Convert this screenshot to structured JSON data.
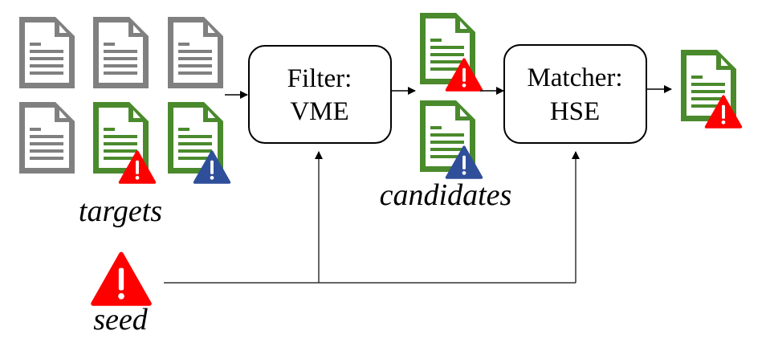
{
  "colors": {
    "gray_doc": "#808080",
    "green_doc": "#4A8A2C",
    "red_warning": "#FF0000",
    "blue_warning": "#2F4F9A",
    "line": "#000000"
  },
  "targets": {
    "label": "targets",
    "docs": [
      {
        "color": "gray",
        "warning": null
      },
      {
        "color": "gray",
        "warning": null
      },
      {
        "color": "gray",
        "warning": null
      },
      {
        "color": "gray",
        "warning": null
      },
      {
        "color": "green",
        "warning": "red"
      },
      {
        "color": "green",
        "warning": "blue"
      }
    ]
  },
  "filter": {
    "line1": "Filter:",
    "line2": "VME"
  },
  "candidates": {
    "label": "candidates",
    "docs": [
      {
        "color": "green",
        "warning": "red"
      },
      {
        "color": "green",
        "warning": "blue"
      }
    ]
  },
  "matcher": {
    "line1": "Matcher:",
    "line2": "HSE"
  },
  "output": {
    "docs": [
      {
        "color": "green",
        "warning": "red"
      }
    ]
  },
  "seed": {
    "label": "seed",
    "warning": "red"
  }
}
